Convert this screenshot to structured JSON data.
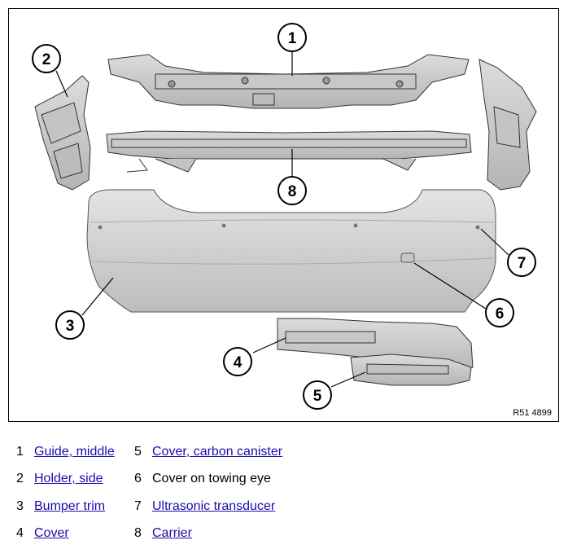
{
  "figure": {
    "code": "R51 4899",
    "callouts": [
      "1",
      "2",
      "3",
      "4",
      "5",
      "6",
      "7",
      "8"
    ]
  },
  "legend": {
    "items": [
      {
        "num": "1",
        "label": "Guide, middle",
        "link": true
      },
      {
        "num": "2",
        "label": "Holder, side",
        "link": true
      },
      {
        "num": "3",
        "label": "Bumper trim",
        "link": true
      },
      {
        "num": "4",
        "label": "Cover",
        "link": true
      },
      {
        "num": "5",
        "label": "Cover, carbon canister",
        "link": true
      },
      {
        "num": "6",
        "label": "Cover on towing eye",
        "link": false
      },
      {
        "num": "7",
        "label": "Ultrasonic transducer",
        "link": true
      },
      {
        "num": "8",
        "label": "Carrier",
        "link": true
      }
    ]
  },
  "colors": {
    "link": "#1a0dab",
    "part_fill": "#d4d4d4",
    "part_stroke": "#333333"
  }
}
